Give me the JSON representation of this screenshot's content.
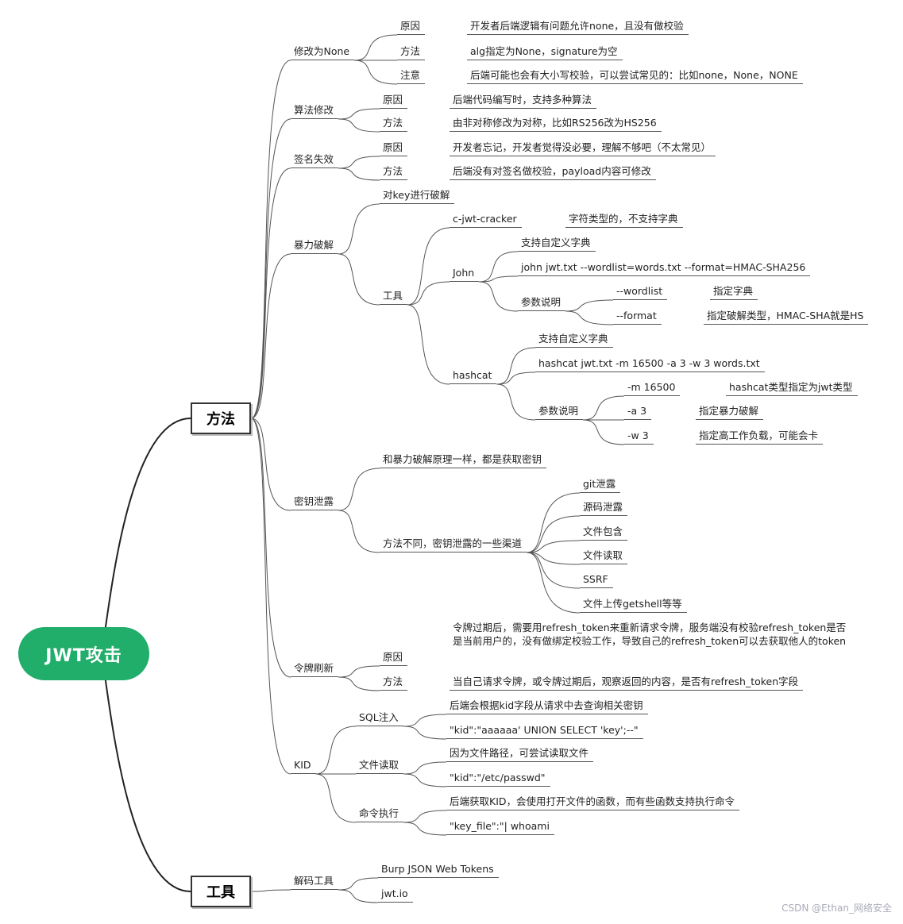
{
  "root": {
    "label": "JWT攻击"
  },
  "main": [
    {
      "id": "m1",
      "label": "方法"
    },
    {
      "id": "m2",
      "label": "工具"
    }
  ],
  "nodes": [
    {
      "id": "a",
      "label": "修改为None"
    },
    {
      "id": "a1",
      "label": "原因"
    },
    {
      "id": "a1v",
      "label": "开发者后端逻辑有问题允许none，且没有做校验"
    },
    {
      "id": "a2",
      "label": "方法"
    },
    {
      "id": "a2v",
      "label": "alg指定为None，signature为空"
    },
    {
      "id": "a3",
      "label": "注意"
    },
    {
      "id": "a3v",
      "label": "后端可能也会有大小写校验，可以尝试常见的：比如none，None，NONE"
    },
    {
      "id": "b",
      "label": "算法修改"
    },
    {
      "id": "b1",
      "label": "原因"
    },
    {
      "id": "b1v",
      "label": "后端代码编写时，支持多种算法"
    },
    {
      "id": "b2",
      "label": "方法"
    },
    {
      "id": "b2v",
      "label": "由非对称修改为对称，比如RS256改为HS256"
    },
    {
      "id": "c",
      "label": "签名失效"
    },
    {
      "id": "c1",
      "label": "原因"
    },
    {
      "id": "c1v",
      "label": "开发者忘记，开发者觉得没必要，理解不够吧（不太常见）"
    },
    {
      "id": "c2",
      "label": "方法"
    },
    {
      "id": "c2v",
      "label": "后端没有对签名做校验，payload内容可修改"
    },
    {
      "id": "d",
      "label": "暴力破解"
    },
    {
      "id": "d1",
      "label": "对key进行破解"
    },
    {
      "id": "d2",
      "label": "工具"
    },
    {
      "id": "d2a",
      "label": "c-jwt-cracker"
    },
    {
      "id": "d2av",
      "label": "字符类型的，不支持字典"
    },
    {
      "id": "d2b",
      "label": "John"
    },
    {
      "id": "d2b1",
      "label": "支持自定义字典"
    },
    {
      "id": "d2b2",
      "label": "john jwt.txt --wordlist=words.txt --format=HMAC-SHA256"
    },
    {
      "id": "d2b3",
      "label": "参数说明"
    },
    {
      "id": "d2b3a",
      "label": "--wordlist"
    },
    {
      "id": "d2b3av",
      "label": "指定字典"
    },
    {
      "id": "d2b3b",
      "label": "--format"
    },
    {
      "id": "d2b3bv",
      "label": "指定破解类型，HMAC-SHA就是HS"
    },
    {
      "id": "d2c",
      "label": "hashcat"
    },
    {
      "id": "d2c1",
      "label": "支持自定义字典"
    },
    {
      "id": "d2c2",
      "label": "hashcat jwt.txt -m 16500 -a 3 -w 3 words.txt"
    },
    {
      "id": "d2c3",
      "label": "参数说明"
    },
    {
      "id": "d2c3a",
      "label": "-m 16500"
    },
    {
      "id": "d2c3av",
      "label": "hashcat类型指定为jwt类型"
    },
    {
      "id": "d2c3b",
      "label": "-a 3"
    },
    {
      "id": "d2c3bv",
      "label": "指定暴力破解"
    },
    {
      "id": "d2c3c",
      "label": "-w 3"
    },
    {
      "id": "d2c3cv",
      "label": "指定高工作负载，可能会卡"
    },
    {
      "id": "e",
      "label": "密钥泄露"
    },
    {
      "id": "e1",
      "label": "和暴力破解原理一样，都是获取密钥"
    },
    {
      "id": "e2",
      "label": "方法不同，密钥泄露的一些渠道"
    },
    {
      "id": "e2a",
      "label": "git泄露"
    },
    {
      "id": "e2b",
      "label": "源码泄露"
    },
    {
      "id": "e2c",
      "label": "文件包含"
    },
    {
      "id": "e2d",
      "label": "文件读取"
    },
    {
      "id": "e2e",
      "label": "SSRF"
    },
    {
      "id": "e2f",
      "label": "文件上传getshell等等"
    },
    {
      "id": "f",
      "label": "令牌刷新"
    },
    {
      "id": "f1",
      "label": "原因"
    },
    {
      "id": "f1v",
      "label": "令牌过期后，需要用refresh_token来重新请求令牌，服务端没有校验refresh_token是否是当前用户的，没有做绑定校验工作，导致自己的refresh_token可以去获取他人的token"
    },
    {
      "id": "f2",
      "label": "方法"
    },
    {
      "id": "f2v",
      "label": "当自己请求令牌，或令牌过期后，观察返回的内容，是否有refresh_token字段"
    },
    {
      "id": "g",
      "label": "KID"
    },
    {
      "id": "g1",
      "label": "SQL注入"
    },
    {
      "id": "g1a",
      "label": "后端会根据kid字段从请求中去查询相关密钥"
    },
    {
      "id": "g1b",
      "label": "\"kid\":\"aaaaaa' UNION SELECT 'key';--\""
    },
    {
      "id": "g2",
      "label": "文件读取"
    },
    {
      "id": "g2a",
      "label": "因为文件路径，可尝试读取文件"
    },
    {
      "id": "g2b",
      "label": "\"kid\":\"/etc/passwd\""
    },
    {
      "id": "g3",
      "label": "命令执行"
    },
    {
      "id": "g3a",
      "label": "后端获取KID，会使用打开文件的函数，而有些函数支持执行命令"
    },
    {
      "id": "g3b",
      "label": "\"key_file\":\"| whoami"
    },
    {
      "id": "h",
      "label": "解码工具"
    },
    {
      "id": "h1",
      "label": "Burp JSON Web Tokens"
    },
    {
      "id": "h2",
      "label": "jwt.io"
    }
  ],
  "watermark": "CSDN @Ethan_网络安全"
}
